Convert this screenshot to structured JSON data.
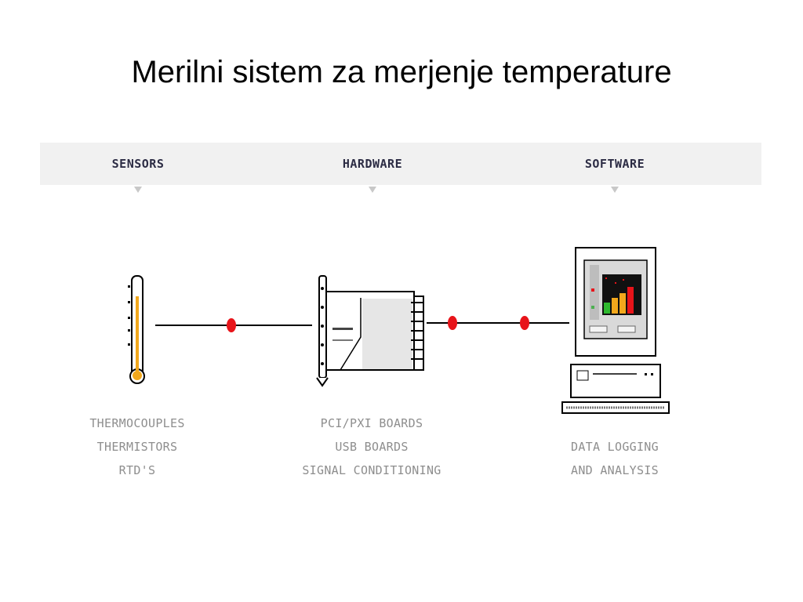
{
  "title": "Merilni sistem za merjenje temperature",
  "categories": [
    {
      "label": "SENSORS"
    },
    {
      "label": "HARDWARE"
    },
    {
      "label": "SOFTWARE"
    }
  ],
  "descriptions": {
    "sensors": [
      "THERMOCOUPLES",
      "THERMISTORS",
      "RTD'S"
    ],
    "hardware": [
      "PCI/PXI BOARDS",
      "USB BOARDS",
      "SIGNAL CONDITIONING"
    ],
    "software": [
      "DATA LOGGING",
      "AND ANALYSIS"
    ]
  },
  "icons": {
    "sensor": "thermometer-icon",
    "hardware": "daq-board-icon",
    "software": "computer-icon"
  },
  "colors": {
    "connector_dot": "#e8141a",
    "category_bar": "#f1f1f1",
    "thermometer_fill": "#f2a81c"
  }
}
